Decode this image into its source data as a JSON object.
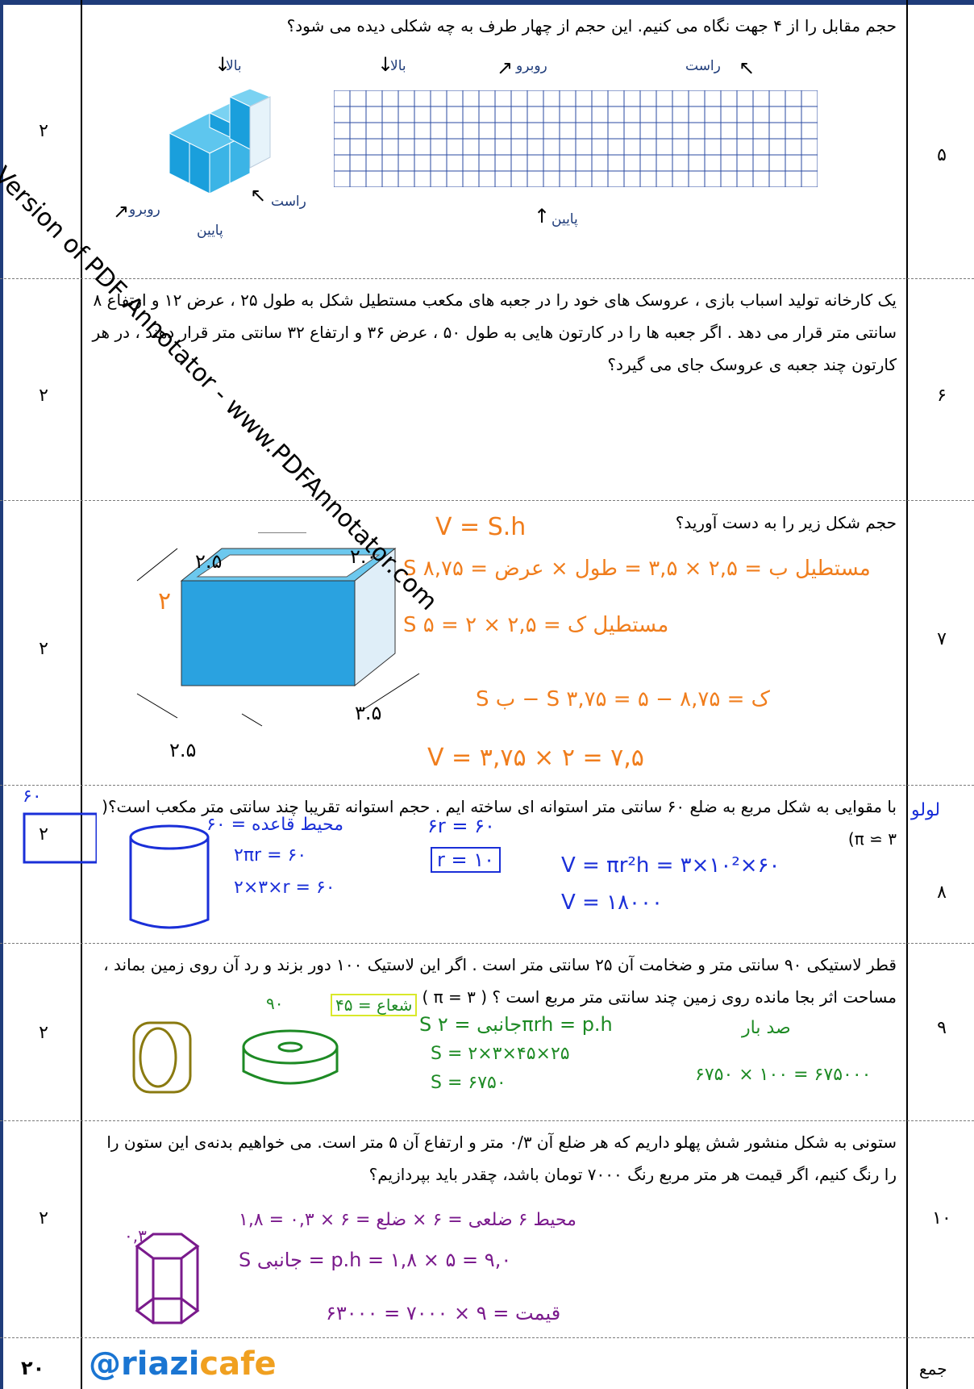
{
  "watermark": "Trial Version of PDF Annotator - www.PDFAnnotator.com",
  "q5": {
    "number": "۵",
    "score": "۲",
    "text": "حجم مقابل را از ۴ جهت نگاه می کنیم. این حجم از چهار طرف به چه شکلی دیده می شود؟",
    "labels": {
      "up1": "بالا",
      "up2": "بالا",
      "front": "روبرو",
      "right": "راست",
      "right2": "راست",
      "front2": "روبرو",
      "down": "پایین",
      "down2": "پایین"
    }
  },
  "q6": {
    "number": "۶",
    "score": "۲",
    "text": "یک کارخانه تولید اسباب بازی ، عروسک های خود را در جعبه های مکعب مستطیل شکل به طول ۲۵ ، عرض ۱۲ و ارتفاع ۸ سانتی متر قرار می دهد . اگر جعبه ها را در کارتون هایی به طول ۵۰ ، عرض ۳۶ و ارتفاع ۳۲ سانتی متر قرار دهند ، در هر کارتون چند جعبه ی عروسک جای می گیرد؟"
  },
  "q7": {
    "number": "۷",
    "score": "۲",
    "text": "حجم شکل زیر را به دست آورید؟",
    "dims": {
      "top_left": "۲.۵",
      "top_right": "۲.۰",
      "bottom_left": "۲.۵",
      "bottom_right": "۳.۵",
      "height": "۲"
    },
    "handwriting": [
      "V = S.h",
      "S مستطیل ب = ۲,۵ × ۳,۵ = طول × عرض = ۸,۷۵",
      "S مستطیل ک = ۲,۵ × ۲ = ۵",
      "S ب − S ک = ۸,۷۵ − ۵ = ۳,۷۵",
      "V = ۳,۷۵ × ۲ = ۷,۵"
    ]
  },
  "q8": {
    "number": "۸",
    "score": "۲",
    "side_note": "لولو",
    "text": "با مقوایی به شکل مربع به ضلع ۶۰ سانتی متر استوانه ای ساخته ایم . حجم استوانه تقریبا چند سانتی متر مکعب است؟( ۳ ≃ π)",
    "handwriting": [
      "۶۰",
      "محیط قاعده = ۶۰",
      "۲πr = ۶۰",
      "۲×۳×r = ۶۰",
      "۶r = ۶۰",
      "r = ۱۰",
      "V = πr²h = ۳×۱۰²×۶۰",
      "V = ۱۸۰۰۰"
    ]
  },
  "q9": {
    "number": "۹",
    "score": "۲",
    "text": "قطر لاستیکی ۹۰ سانتی متر و ضخامت آن ۲۵ سانتی متر است . اگر این لاستیک ۱۰۰ دور بزند و رد آن روی زمین بماند ، مساحت اثر بجا مانده روی زمین چند سانتی متر مربع است ؟ ( π = ۳ )",
    "handwriting": [
      "۹۰",
      "شعاع = ۴۵",
      "S جانبی = ۲πrh = p.h",
      "S = ۲×۳×۴۵×۲۵",
      "S = ۶۷۵۰",
      "صد بار",
      "۶۷۵۰ × ۱۰۰ = ۶۷۵۰۰۰"
    ]
  },
  "q10": {
    "number": "۱۰",
    "score": "۲",
    "text": "ستونی به شکل منشور شش پهلو داریم که هر ضلع آن ۰/۳ متر و ارتفاع آن ۵ متر است. می خواهیم بدنه‌ی این ستون را را رنگ کنیم، اگر قیمت هر متر مربع رنگ ۷۰۰۰ تومان باشد، چقدر باید بپردازیم؟",
    "handwriting": [
      "۰,۳",
      "محیط ۶ ضلعی = ۶ × ضلع = ۶ × ۰,۳ = ۱,۸",
      "S جانبی = p.h = ۱,۸ × ۵ = ۹,۰",
      "قیمت = ۹ × ۷۰۰۰ = ۶۳۰۰۰"
    ]
  },
  "footer": {
    "total_label": "جمع",
    "total_score": "۲۰",
    "brand_at": "@",
    "brand_riazi": "riazi",
    "brand_cafe": "cafe"
  }
}
